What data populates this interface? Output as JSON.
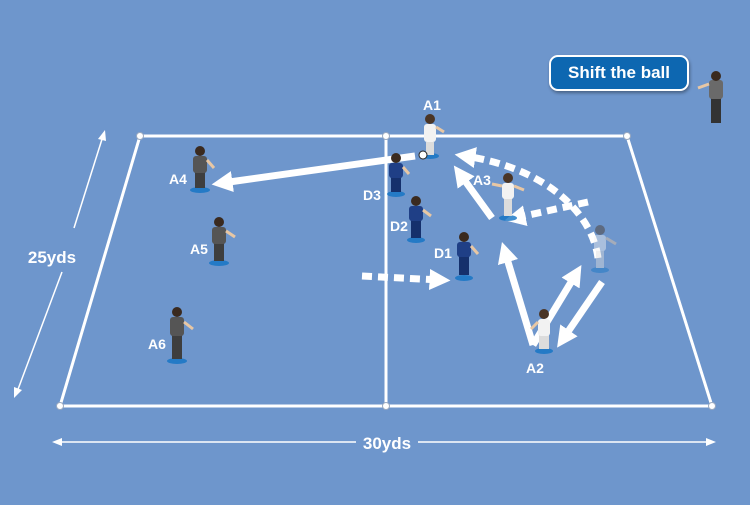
{
  "dimensions": {
    "width_label": "30yds",
    "height_label": "25yds"
  },
  "callout": {
    "text": "Shift the ball"
  },
  "players": {
    "A1": "A1",
    "A2": "A2",
    "A3": "A3",
    "A4": "A4",
    "A5": "A5",
    "A6": "A6",
    "D1": "D1",
    "D2": "D2",
    "D3": "D3"
  },
  "colors": {
    "pitch": "#6e96cc",
    "line": "#ffffff",
    "attacker_kit": "#f2f2f2",
    "defender_kit": "#1f3f86",
    "support_kit": "#555555",
    "callout_bg": "#0d67b1",
    "player_base": "#1273c4"
  }
}
